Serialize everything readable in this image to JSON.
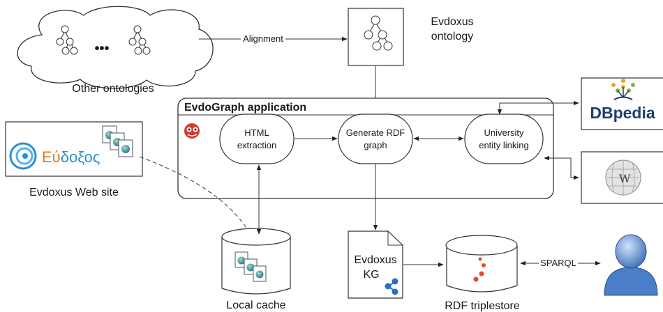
{
  "labels": {
    "other_ontologies": "Other ontologies",
    "alignment": "Alignment",
    "evdoxus_ontology_1": "Evdoxus",
    "evdoxus_ontology_2": "ontology",
    "app_title": "EvdoGraph application",
    "html_1": "HTML",
    "html_2": "extraction",
    "rdf_1": "Generate RDF",
    "rdf_2": "graph",
    "uni_1": "University",
    "uni_2": "entity linking",
    "website_logo_1": "Εύ",
    "website_logo_2": "δοξος",
    "website_caption": "Evdoxus Web site",
    "dbpedia": "DBpedia",
    "local_cache": "Local cache",
    "kg_1": "Evdoxus",
    "kg_2": "KG",
    "triplestore": "RDF triplestore",
    "sparql": "SPARQL",
    "ellipsis": "•••"
  },
  "colors": {
    "line": "#333333",
    "logo_blue": "#2a8fd6",
    "logo_orange": "#e07b22",
    "dbpedia_navy": "#1f3f6e",
    "dbpedia_green": "#7db543",
    "triple_red": "#e5472b",
    "user_blue": "#5a8fd0"
  }
}
